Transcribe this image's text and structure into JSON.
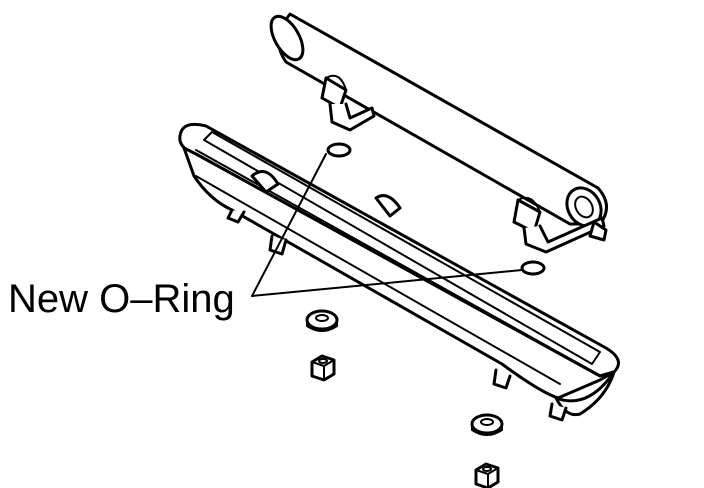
{
  "callout": {
    "label": "New O–Ring"
  },
  "parts": {
    "fuel_rail": {
      "icon": "fuel-rail-icon"
    },
    "manifold": {
      "icon": "intake-manifold-icon"
    },
    "o_rings": {
      "icon": "o-ring-icon",
      "count": 2
    },
    "washers": {
      "icon": "washer-icon",
      "count": 2
    },
    "nuts": {
      "icon": "hex-nut-icon",
      "count": 2
    }
  },
  "colors": {
    "line": "#000000",
    "background": "#ffffff"
  }
}
